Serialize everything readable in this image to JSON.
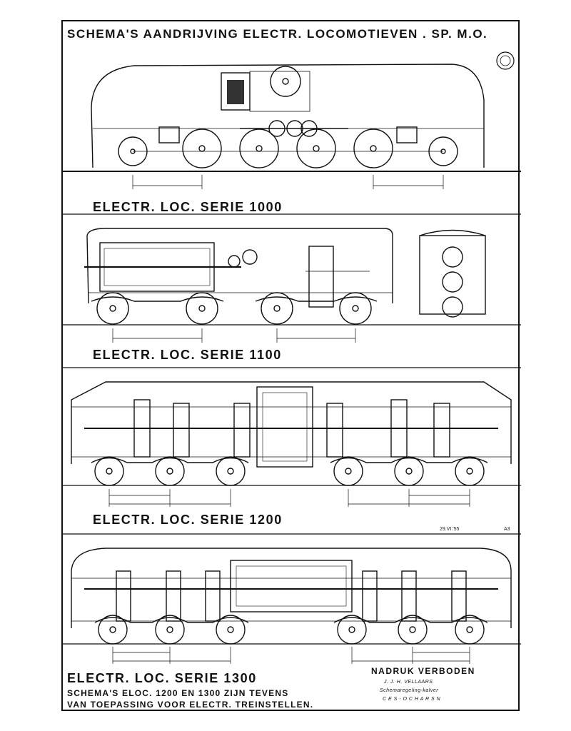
{
  "header": {
    "title": "SCHEMA'S AANDRIJVING ELECTR. LOCOMOTIEVEN . SP. M.O."
  },
  "sections": [
    {
      "label": "ELECTR. LOC. SERIE 1000"
    },
    {
      "label": "ELECTR. LOC. SERIE 1100"
    },
    {
      "label": "ELECTR. LOC. SERIE 1200"
    },
    {
      "label": "ELECTR. LOC. SERIE 1300"
    }
  ],
  "sheet_ref": {
    "date": "29.VI.'55",
    "code": "A3"
  },
  "footer": {
    "line1": "SCHEMA'S ELOC. 1200 EN 1300 ZIJN TEVENS",
    "line2": "VAN TOEPASSING VOOR ELECTR. TREINSTELLEN."
  },
  "stamp": {
    "text": "NADRUK VERBODEN",
    "sig1": "J. J. H. VELLAARS",
    "sig2": "Schemaregeling-kalver",
    "sig3": "C E S - O C H A R S N"
  }
}
